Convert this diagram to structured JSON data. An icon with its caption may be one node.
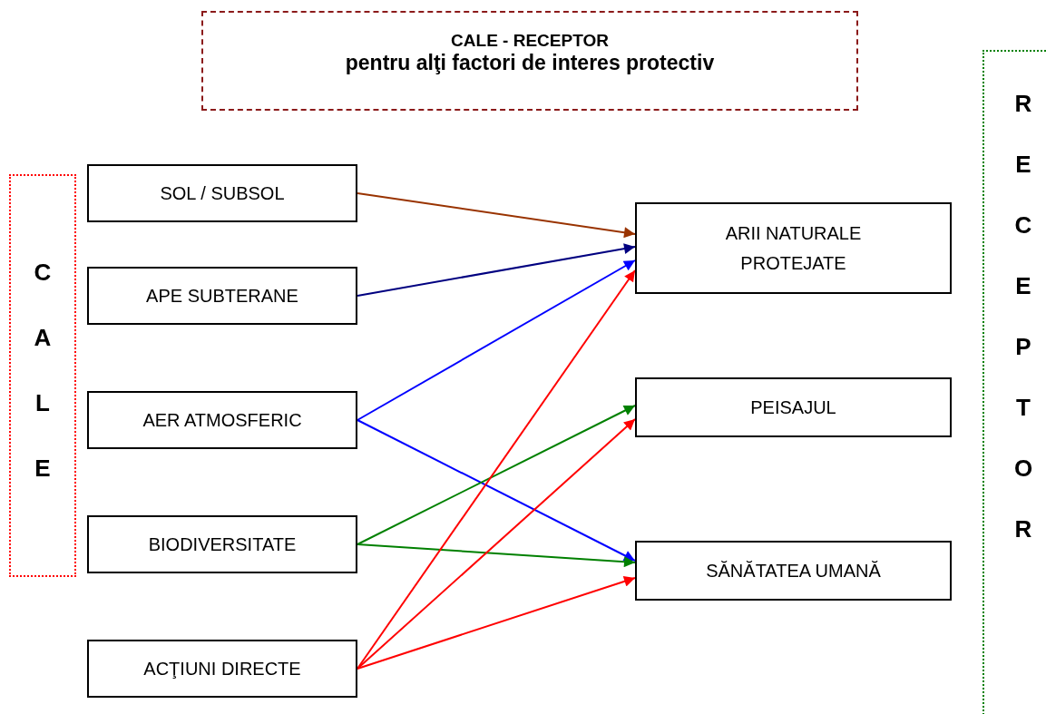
{
  "diagram": {
    "nodes": [
      {
        "text": [
          "CALE - RECEPTOR",
          "pentru alţi factori de interes protectiv"
        ]
      },
      {
        "text": [
          "CALE"
        ]
      },
      {
        "text": [
          "SOL / SUBSOL"
        ]
      },
      {
        "text": [
          "APE SUBTERANE"
        ]
      },
      {
        "text": [
          "AER ATMOSFERIC"
        ]
      },
      {
        "text": [
          "BIODIVERSITATE"
        ]
      },
      {
        "text": [
          "ACŢIUNI DIRECTE"
        ]
      },
      {
        "text": [
          "ARII NATURALE PROTEJATE"
        ]
      },
      {
        "text": [
          "PEISAJUL"
        ]
      },
      {
        "text": [
          "SĂNĂTATEA UMANĂ"
        ]
      },
      {
        "text": [
          "RECEPTOR"
        ]
      }
    ],
    "edges": [
      {
        "from": 2,
        "to": 7,
        "arrow": "to",
        "color": "#993300"
      },
      {
        "from": 3,
        "to": 7,
        "arrow": "to",
        "color": "#000080"
      },
      {
        "from": 4,
        "to": 7,
        "arrow": "to",
        "color": "#0000ff"
      },
      {
        "from": 4,
        "to": 9,
        "arrow": "to",
        "color": "#0000ff"
      },
      {
        "from": 5,
        "to": 8,
        "arrow": "to",
        "color": "#008000"
      },
      {
        "from": 5,
        "to": 9,
        "arrow": "to",
        "color": "#008000"
      },
      {
        "from": 6,
        "to": 7,
        "arrow": "to"
      },
      {
        "from": 6,
        "to": 8,
        "arrow": "to"
      },
      {
        "from": 6,
        "to": 9,
        "arrow": "to"
      }
    ]
  }
}
